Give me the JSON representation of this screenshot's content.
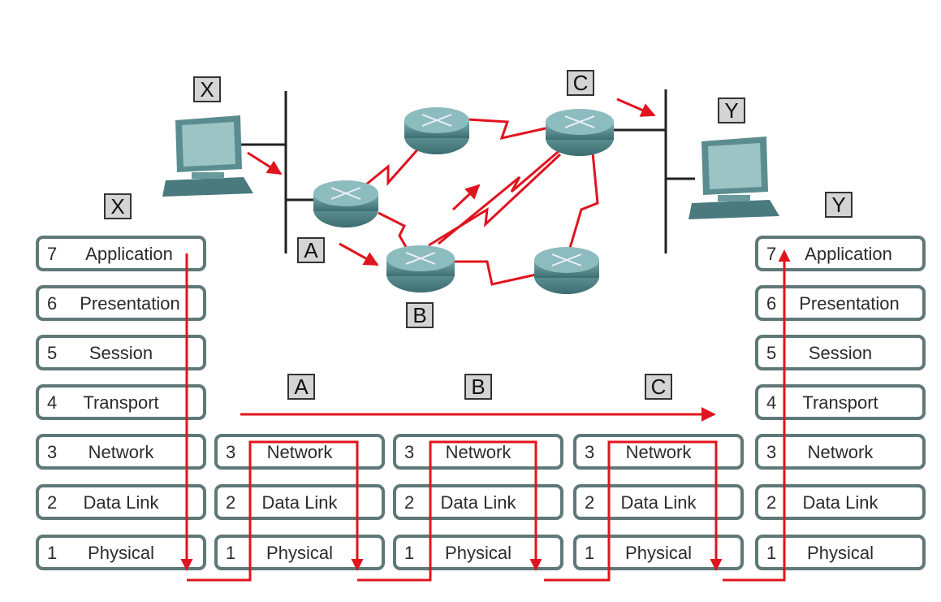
{
  "left_stack": {
    "tag": "X",
    "layers": [
      {
        "num": "7",
        "name": "Application"
      },
      {
        "num": "6",
        "name": "Presentation"
      },
      {
        "num": "5",
        "name": "Session"
      },
      {
        "num": "4",
        "name": "Transport"
      },
      {
        "num": "3",
        "name": "Network"
      },
      {
        "num": "2",
        "name": "Data Link"
      },
      {
        "num": "1",
        "name": "Physical"
      }
    ]
  },
  "right_stack": {
    "tag": "Y",
    "layers": [
      {
        "num": "7",
        "name": "Application"
      },
      {
        "num": "6",
        "name": "Presentation"
      },
      {
        "num": "5",
        "name": "Session"
      },
      {
        "num": "4",
        "name": "Transport"
      },
      {
        "num": "3",
        "name": "Network"
      },
      {
        "num": "2",
        "name": "Data Link"
      },
      {
        "num": "1",
        "name": "Physical"
      }
    ]
  },
  "router_stacks": [
    {
      "tag": "A",
      "layers": [
        {
          "num": "3",
          "name": "Network"
        },
        {
          "num": "2",
          "name": "Data Link"
        },
        {
          "num": "1",
          "name": "Physical"
        }
      ]
    },
    {
      "tag": "B",
      "layers": [
        {
          "num": "3",
          "name": "Network"
        },
        {
          "num": "2",
          "name": "Data Link"
        },
        {
          "num": "1",
          "name": "Physical"
        }
      ]
    },
    {
      "tag": "C",
      "layers": [
        {
          "num": "3",
          "name": "Network"
        },
        {
          "num": "2",
          "name": "Data Link"
        },
        {
          "num": "1",
          "name": "Physical"
        }
      ]
    }
  ],
  "topology": {
    "host_x_tag": "X",
    "host_y_tag": "Y",
    "router_a_tag": "A",
    "router_b_tag": "B",
    "router_c_tag": "C"
  },
  "colors": {
    "path": "#e0141e",
    "layer_border": "#5f7878",
    "router_body": "#4f8a8e",
    "tag_fill": "#d4d4d4"
  },
  "icons": [
    "computer-icon",
    "router-icon"
  ]
}
